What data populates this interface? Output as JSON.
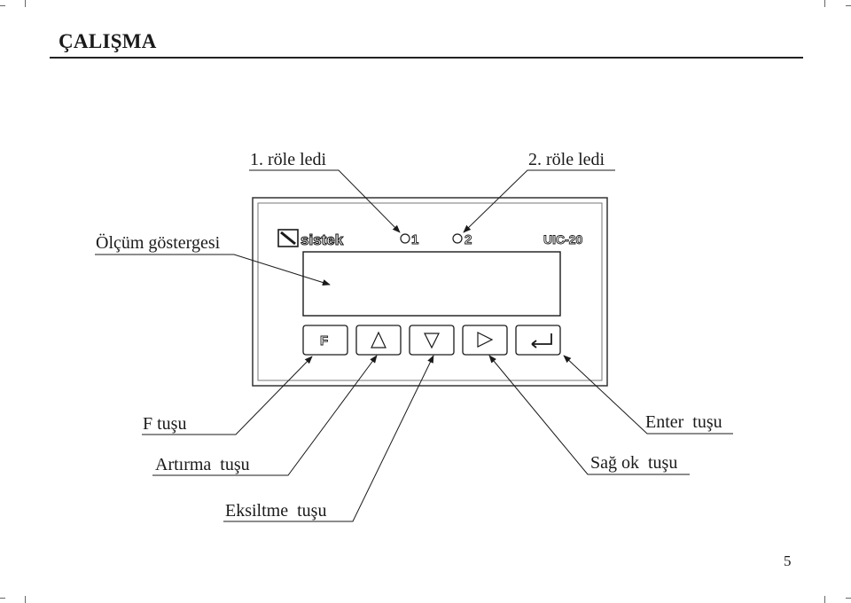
{
  "page": {
    "heading": "ÇALIŞMA",
    "page_number": "5"
  },
  "device": {
    "brand_name": "sistek",
    "brand_icon": "sistek-logo-icon",
    "model": "UIC-20",
    "led1_label": "1",
    "led2_label": "2",
    "buttons": [
      {
        "name": "f-button",
        "glyph": "F",
        "icon": "f-key-icon"
      },
      {
        "name": "up-button",
        "glyph": "",
        "icon": "triangle-up-icon"
      },
      {
        "name": "down-button",
        "glyph": "",
        "icon": "triangle-down-icon"
      },
      {
        "name": "right-button",
        "glyph": "",
        "icon": "triangle-right-icon"
      },
      {
        "name": "enter-button",
        "glyph": "",
        "icon": "enter-arrow-icon"
      }
    ]
  },
  "callouts": {
    "led1": "1. röle ledi",
    "led2": "2. röle ledi",
    "display": "Ölçüm göstergesi",
    "f_key": "F tuşu",
    "up_key": "Artırma  tuşu",
    "down_key": "Eksiltme  tuşu",
    "right_key": "Sağ ok  tuşu",
    "enter_key": "Enter  tuşu"
  },
  "colors": {
    "ink": "#1a1a1a",
    "panel_fill": "#ffffff"
  }
}
